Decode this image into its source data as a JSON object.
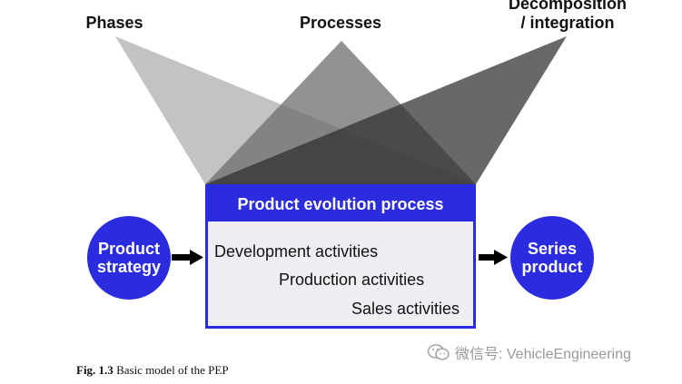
{
  "labels": {
    "phases": "Phases",
    "processes": "Processes",
    "decomposition_line1": "Decomposition",
    "decomposition_line2": "/ integration"
  },
  "pep": {
    "title": "Product evolution process",
    "activities": [
      "Development activities",
      "Production activities",
      "Sales activities"
    ]
  },
  "left_circle": {
    "line1": "Product",
    "line2": "strategy"
  },
  "right_circle": {
    "line1": "Series",
    "line2": "product"
  },
  "caption": {
    "fig": "Fig. 1.3",
    "text": "Basic model of the PEP"
  },
  "watermark": {
    "text": "微信号: VehicleEngineering",
    "icon": "wechat-icon"
  },
  "colors": {
    "blue": "#2b2bdf",
    "box_fill": "#efeef3",
    "phases_fan": "#b8b8b8",
    "processes_fan": "#7a7a7a",
    "decomposition_fan": "#3a3a3a"
  }
}
